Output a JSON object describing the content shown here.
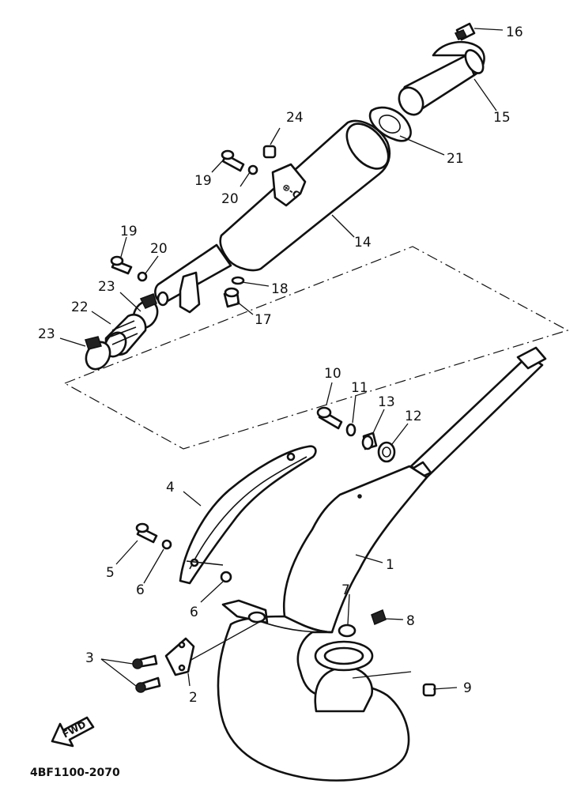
{
  "diagram": {
    "code": "4BF1100-2070",
    "fwd_label": "FWD",
    "callouts": [
      "1",
      "2",
      "3",
      "4",
      "5",
      "6",
      "6",
      "7",
      "8",
      "9",
      "10",
      "11",
      "12",
      "13",
      "14",
      "15",
      "16",
      "17",
      "18",
      "19",
      "19",
      "20",
      "20",
      "21",
      "22",
      "23",
      "23",
      "24"
    ]
  }
}
